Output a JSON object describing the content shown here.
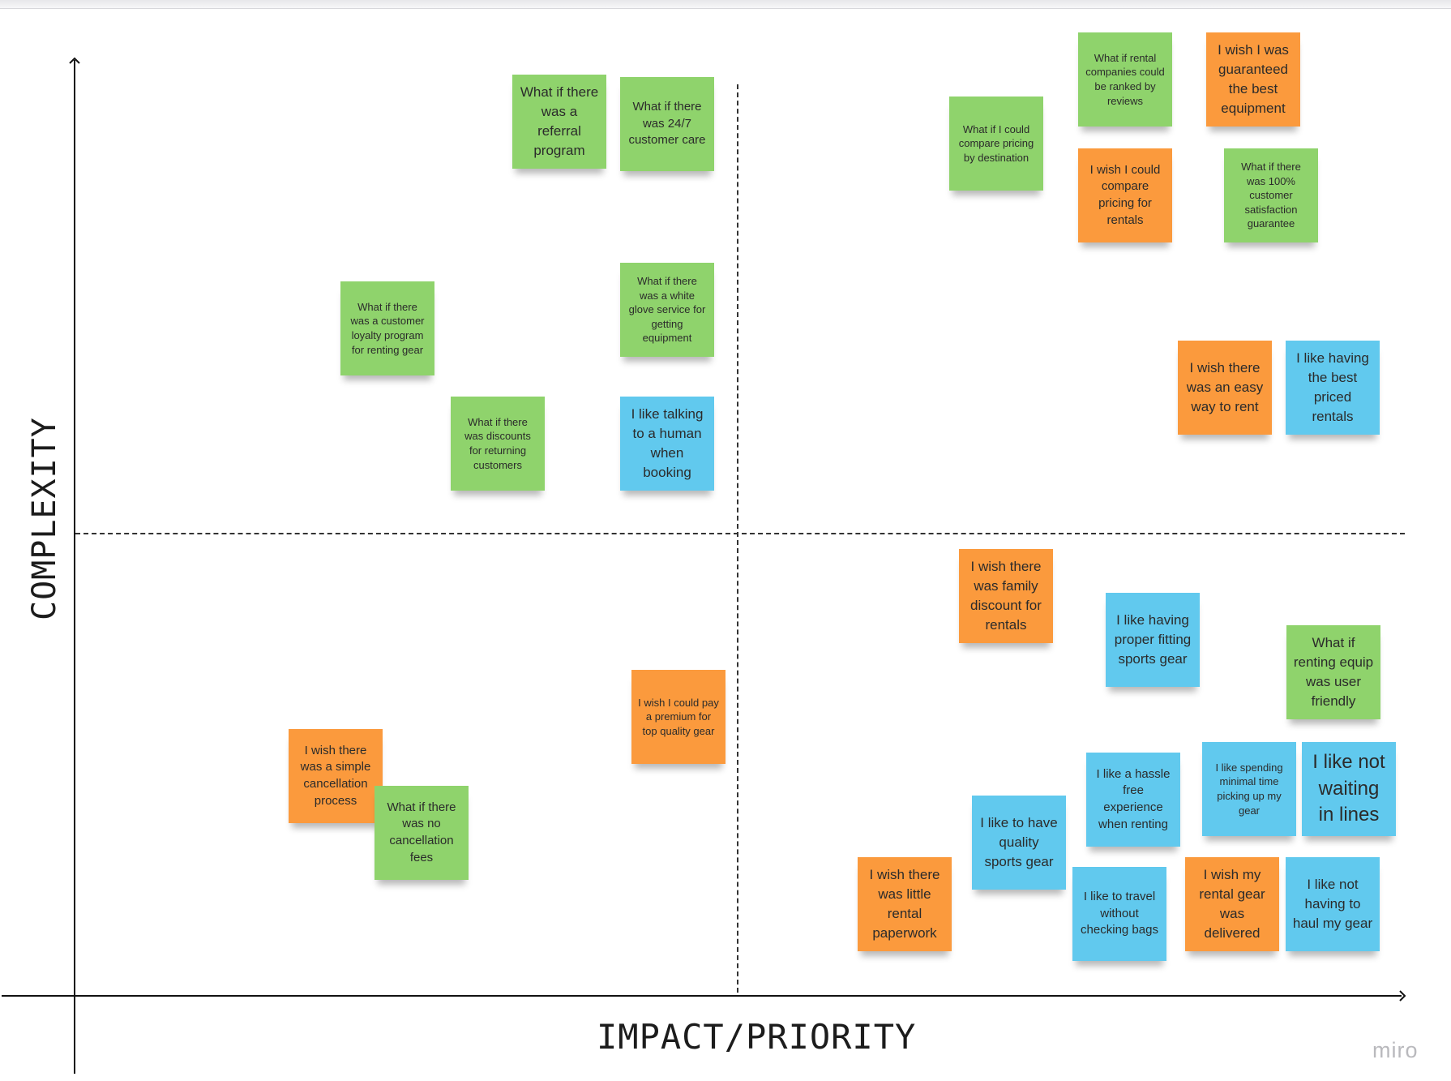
{
  "axes": {
    "y_label": "COMPLEXITY",
    "x_label": "IMPACT/PRIORITY"
  },
  "brand": "miro",
  "colors": {
    "green": "#8fd36c",
    "orange": "#fb9a3d",
    "blue": "#61c9ee"
  },
  "notes": [
    {
      "text": "What if there was a referral program",
      "color": "green"
    },
    {
      "text": "What if there was 24/7 customer care",
      "color": "green"
    },
    {
      "text": "What if there was a customer loyalty program for renting gear",
      "color": "green"
    },
    {
      "text": "What if there was a white glove service for getting equipment",
      "color": "green"
    },
    {
      "text": "What if there was discounts for returning customers",
      "color": "green"
    },
    {
      "text": "I like talking to a human when booking",
      "color": "blue"
    },
    {
      "text": "What if I could compare pricing by destination",
      "color": "green"
    },
    {
      "text": "What if rental companies could be ranked by reviews",
      "color": "green"
    },
    {
      "text": "I wish I was guaranteed the best equipment",
      "color": "orange"
    },
    {
      "text": "I wish I could compare pricing for rentals",
      "color": "orange"
    },
    {
      "text": "What if there was 100% customer satisfaction guarantee",
      "color": "green"
    },
    {
      "text": "I wish there was an easy way to rent",
      "color": "orange"
    },
    {
      "text": "I like having the best priced rentals",
      "color": "blue"
    },
    {
      "text": "I wish there was family discount for rentals",
      "color": "orange"
    },
    {
      "text": "I like having proper fitting sports gear",
      "color": "blue"
    },
    {
      "text": "What if renting equip was user friendly",
      "color": "green"
    },
    {
      "text": "I wish I could pay a premium for top quality gear",
      "color": "orange"
    },
    {
      "text": "I wish there was a simple cancellation process",
      "color": "orange"
    },
    {
      "text": "What if there was no cancellation fees",
      "color": "green"
    },
    {
      "text": "I like a hassle free experience when renting",
      "color": "blue"
    },
    {
      "text": "I like spending minimal time picking up my gear",
      "color": "blue"
    },
    {
      "text": "I like not waiting in lines",
      "color": "blue"
    },
    {
      "text": "I like to have quality sports gear",
      "color": "blue"
    },
    {
      "text": "I wish there was little rental paperwork",
      "color": "orange"
    },
    {
      "text": "I like to travel without checking bags",
      "color": "blue"
    },
    {
      "text": "I wish my rental gear was delivered",
      "color": "orange"
    },
    {
      "text": "I like not having to haul my gear",
      "color": "blue"
    }
  ]
}
